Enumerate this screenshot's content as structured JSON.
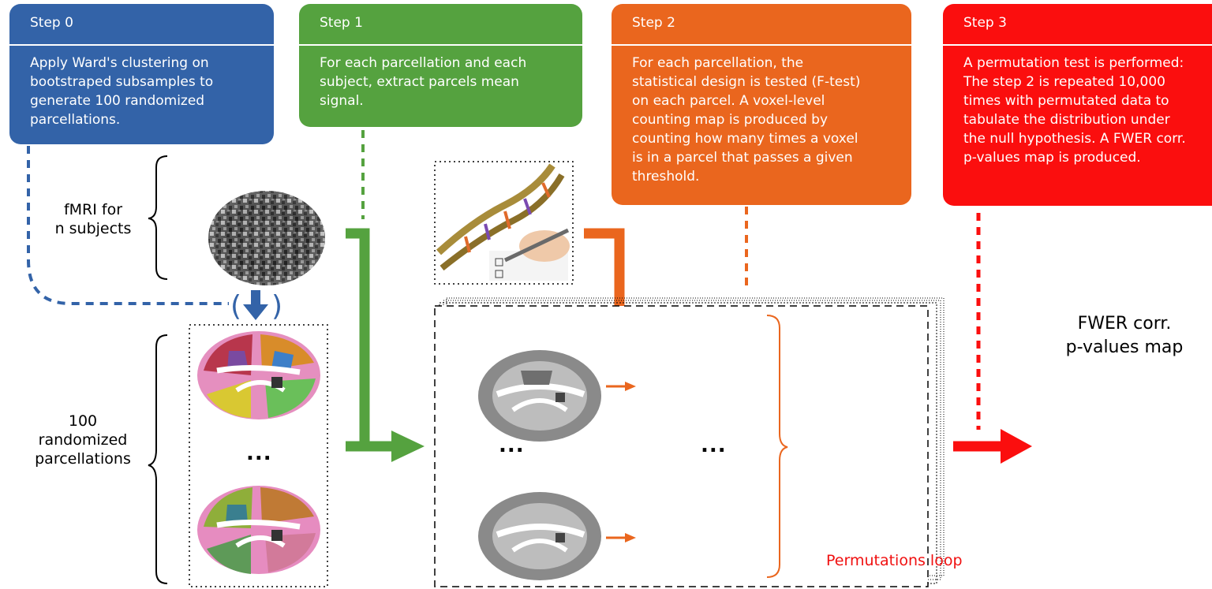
{
  "steps": [
    {
      "title": "Step 0",
      "text": "Apply Ward's clustering on\nbootstraped subsamples to\ngenerate 100 randomized\nparcellations.",
      "color": "#3363a8"
    },
    {
      "title": "Step 1",
      "text": "For each parcellation and each\nsubject, extract parcels mean\nsignal.",
      "color": "#55a23f"
    },
    {
      "title": "Step 2",
      "text": "For each parcellation, the\nstatistical design is tested (F-test)\non each parcel. A voxel-level\ncounting map is produced by\ncounting how many times a voxel\nis in a parcel that passes a given\nthreshold.",
      "color": "#ea661e"
    },
    {
      "title": "Step 3",
      "text": "A permutation test is performed:\nThe step 2 is repeated 10,000\ntimes with permutated data to\ntabulate the distribution under\nthe null hypothesis. A FWER corr.\np-values map is produced.",
      "color": "#fb0e0e"
    }
  ],
  "labels": {
    "fmri": "fMRI for\nn subjects",
    "parcellations": "100\nrandomized\nparcellations",
    "ellipsis": "...",
    "permutations_loop": "Permutations loop",
    "fwer_map": "FWER corr.\np-values map"
  }
}
